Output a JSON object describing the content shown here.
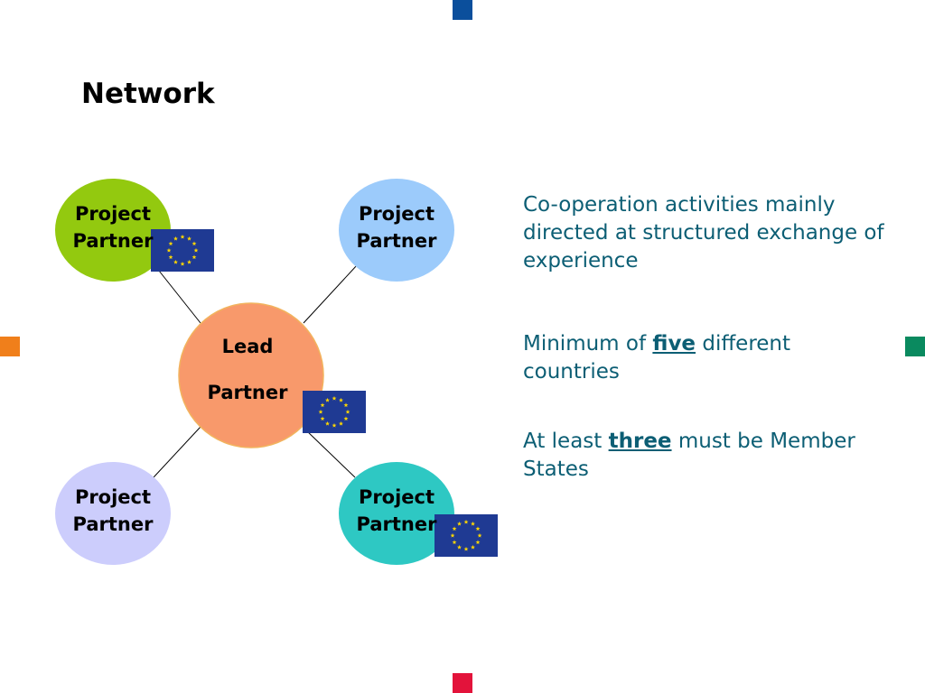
{
  "title": "Network",
  "diagram": {
    "lead": {
      "line1": "Lead",
      "line2": "Partner",
      "color": "#f8996b"
    },
    "partners": [
      {
        "id": "top-left",
        "line1": "Project",
        "line2": "Partner",
        "color": "#93c90f"
      },
      {
        "id": "top-right",
        "line1": "Project",
        "line2": "Partner",
        "color": "#9ccbfb"
      },
      {
        "id": "bottom-left",
        "line1": "Project",
        "line2": "Partner",
        "color": "#cccdfc"
      },
      {
        "id": "bottom-right",
        "line1": "Project",
        "line2": "Partner",
        "color": "#2ec8c3"
      }
    ],
    "flag_color": "#1f3a93",
    "star_color": "#ffd700"
  },
  "bullets": [
    {
      "text": "Co-operation activities mainly directed at structured exchange of experience"
    },
    {
      "before": "Minimum of ",
      "emphasis": "five",
      "after": " different countries"
    },
    {
      "before": "At least ",
      "emphasis": "three",
      "after": " must be Member States"
    }
  ],
  "colors": {
    "text": "#0c5e74",
    "edge_top": "#0b4f9c",
    "edge_bottom": "#e3133b",
    "edge_left": "#f07f1b",
    "edge_right": "#0a8a5f"
  }
}
